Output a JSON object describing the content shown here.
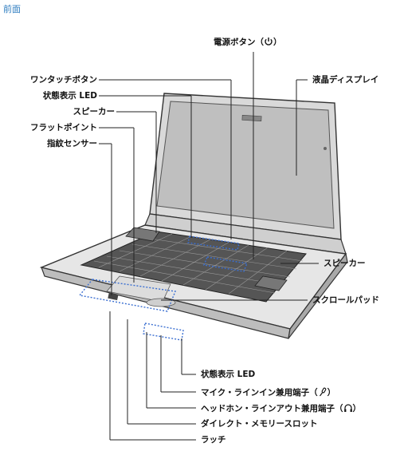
{
  "section_title": "前面",
  "callouts": {
    "power_button": "電源ボタン（",
    "one_touch_button": "ワンタッチボタン",
    "status_led_top": "状態表示 LED",
    "speaker_left": "スピーカー",
    "flat_point": "フラットポイント",
    "fingerprint_sensor": "指紋センサー",
    "lcd_display": "液晶ディスプレイ",
    "speaker_right": "スピーカー",
    "scroll_pad": "スクロールパッド",
    "status_led_bottom": "状態表示 LED",
    "mic_line_in": "マイク・ラインイン兼用端子（",
    "headphone_line_out": "ヘッドホン・ラインアウト兼用端子（",
    "direct_memory_slot": "ダイレクト・メモリースロット",
    "latch": "ラッチ"
  },
  "icons": {
    "power": "power-icon",
    "mic": "microphone-icon",
    "headphone": "headphone-icon"
  },
  "colors": {
    "title": "#2b7bbf",
    "leader": "#222222",
    "highlight": "#3b6fd1"
  }
}
